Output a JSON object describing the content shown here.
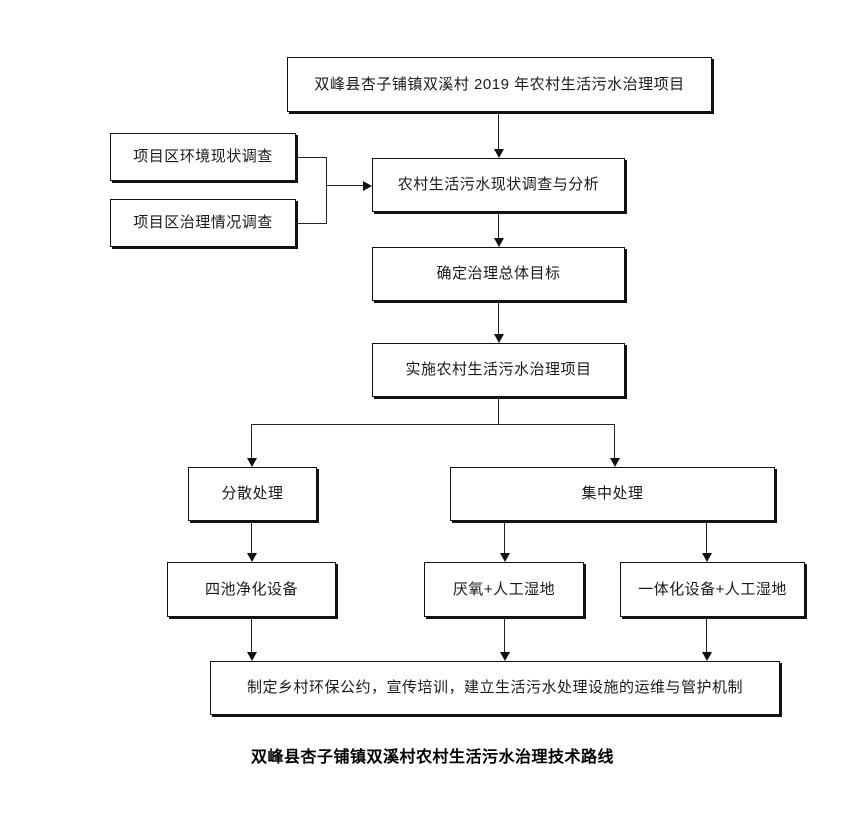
{
  "diagram": {
    "caption": "双峰县杏子铺镇双溪村农村生活污水治理技术路线",
    "colors": {
      "box_border": "#111111",
      "connector": "#222222",
      "text": "#1a1a1a",
      "background": "#ffffff"
    },
    "nodes": {
      "project_title": "双峰县杏子铺镇双溪村 2019 年农村生活污水治理项目",
      "survey_environment": "项目区环境现状调查",
      "survey_treatment": "项目区治理情况调查",
      "status_analysis": "农村生活污水现状调查与分析",
      "overall_goal": "确定治理总体目标",
      "implement_project": "实施农村生活污水治理项目",
      "decentralized": "分散处理",
      "centralized": "集中处理",
      "four_pond_device": "四池净化设备",
      "anaerobic_wetland": "厌氧+人工湿地",
      "integrated_wetland": "一体化设备+人工湿地",
      "management_mechanism": "制定乡村环保公约，宣传培训，建立生活污水处理设施的运维与管护机制"
    }
  }
}
